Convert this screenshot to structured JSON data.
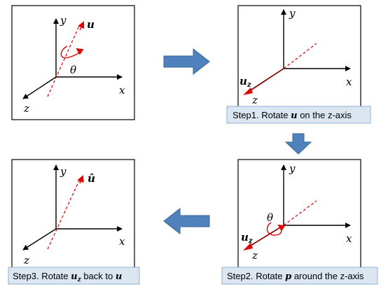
{
  "axes": {
    "x": "x",
    "y": "y",
    "z": "z"
  },
  "panel1": {
    "vector_label": "u",
    "angle_label": "θ"
  },
  "panel2": {
    "vector_label": "u",
    "vector_sub": "z",
    "caption": {
      "prefix": "Step1. Rotate ",
      "symbol": "u",
      "suffix": " on the z-axis"
    }
  },
  "panel3": {
    "vector_label": "u",
    "vector_sub": "z",
    "angle_label": "θ",
    "caption": {
      "prefix": "Step2. Rotate ",
      "symbol": "p",
      "suffix": " around the z-axis"
    }
  },
  "panel4": {
    "vector_label": "û",
    "caption": {
      "prefix": "Step3. Rotate ",
      "symbol": "u",
      "symbol_sub": "z",
      "middle": " back to ",
      "symbol2": "u"
    }
  },
  "colors": {
    "vector": "#e00000",
    "arrow": "#4f81bd",
    "caption_bg": "#dce6f1"
  }
}
